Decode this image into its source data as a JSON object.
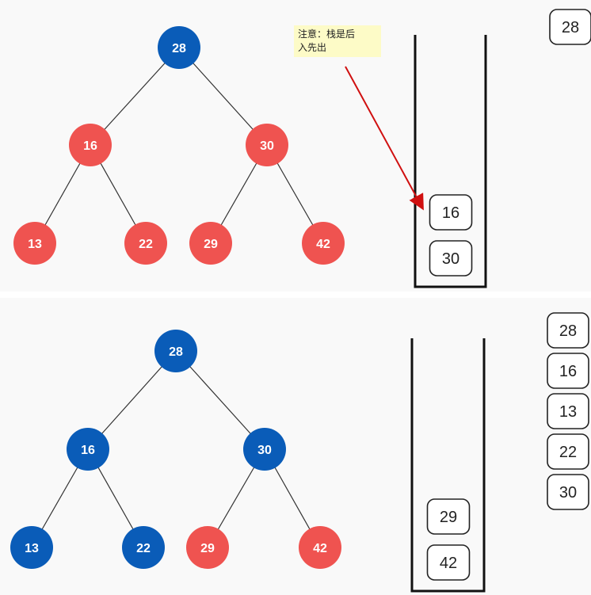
{
  "colors": {
    "visited": "#0a5cb8",
    "unvisited": "#ef5350",
    "edge": "#333333",
    "arrow": "#d01010",
    "note_bg": "#fdfbc7"
  },
  "note": {
    "text_line1": "注意：栈是后",
    "text_line2": "入先出"
  },
  "top": {
    "nodes": [
      {
        "id": "n28",
        "label": "28",
        "state": "visited"
      },
      {
        "id": "n16",
        "label": "16",
        "state": "unvisited"
      },
      {
        "id": "n30",
        "label": "30",
        "state": "unvisited"
      },
      {
        "id": "n13",
        "label": "13",
        "state": "unvisited"
      },
      {
        "id": "n22",
        "label": "22",
        "state": "unvisited"
      },
      {
        "id": "n29",
        "label": "29",
        "state": "unvisited"
      },
      {
        "id": "n42",
        "label": "42",
        "state": "unvisited"
      }
    ],
    "stack": [
      "16",
      "30"
    ],
    "output": [
      "28"
    ]
  },
  "bottom": {
    "nodes": [
      {
        "id": "n28",
        "label": "28",
        "state": "visited"
      },
      {
        "id": "n16",
        "label": "16",
        "state": "visited"
      },
      {
        "id": "n30",
        "label": "30",
        "state": "visited"
      },
      {
        "id": "n13",
        "label": "13",
        "state": "visited"
      },
      {
        "id": "n22",
        "label": "22",
        "state": "visited"
      },
      {
        "id": "n29",
        "label": "29",
        "state": "unvisited"
      },
      {
        "id": "n42",
        "label": "42",
        "state": "unvisited"
      }
    ],
    "stack": [
      "29",
      "42"
    ],
    "output": [
      "28",
      "16",
      "13",
      "22",
      "30"
    ]
  }
}
